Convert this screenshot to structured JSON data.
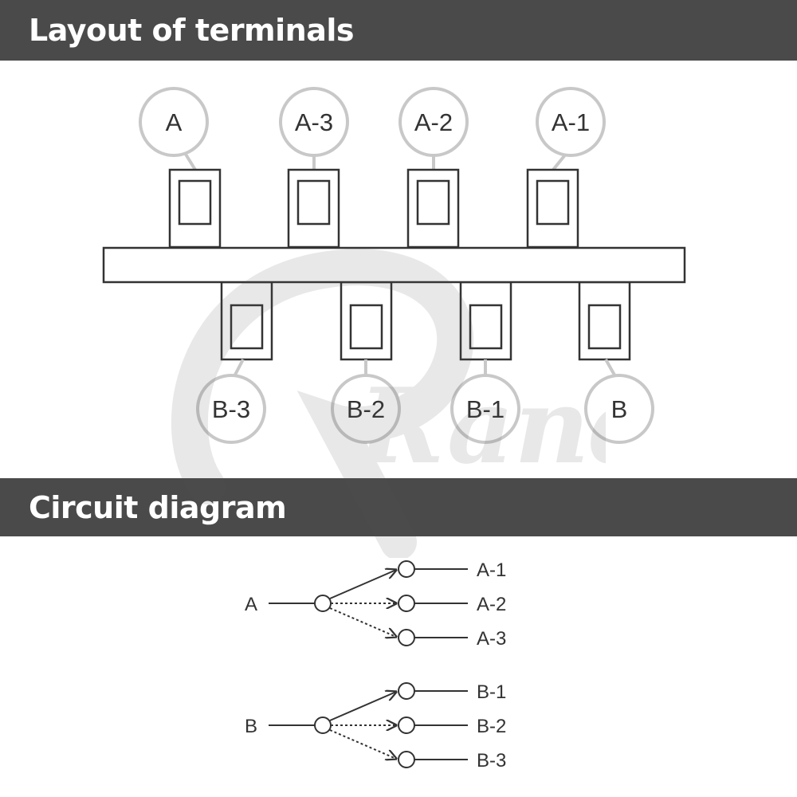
{
  "sections": {
    "layout_title": "Layout of terminals",
    "circuit_title": "Circuit diagram"
  },
  "terminals": {
    "top": [
      "A",
      "A-3",
      "A-2",
      "A-1"
    ],
    "bottom": [
      "B-3",
      "B-2",
      "B-1",
      "B"
    ]
  },
  "circuit": {
    "a": {
      "input": "A",
      "outputs": [
        "A-1",
        "A-2",
        "A-3"
      ]
    },
    "b": {
      "input": "B",
      "outputs": [
        "B-1",
        "B-2",
        "B-3"
      ]
    }
  },
  "watermark": "Randy's",
  "colors": {
    "bar": "#4a4a4a",
    "line": "#333333",
    "bubble": "#c8c8c8"
  }
}
